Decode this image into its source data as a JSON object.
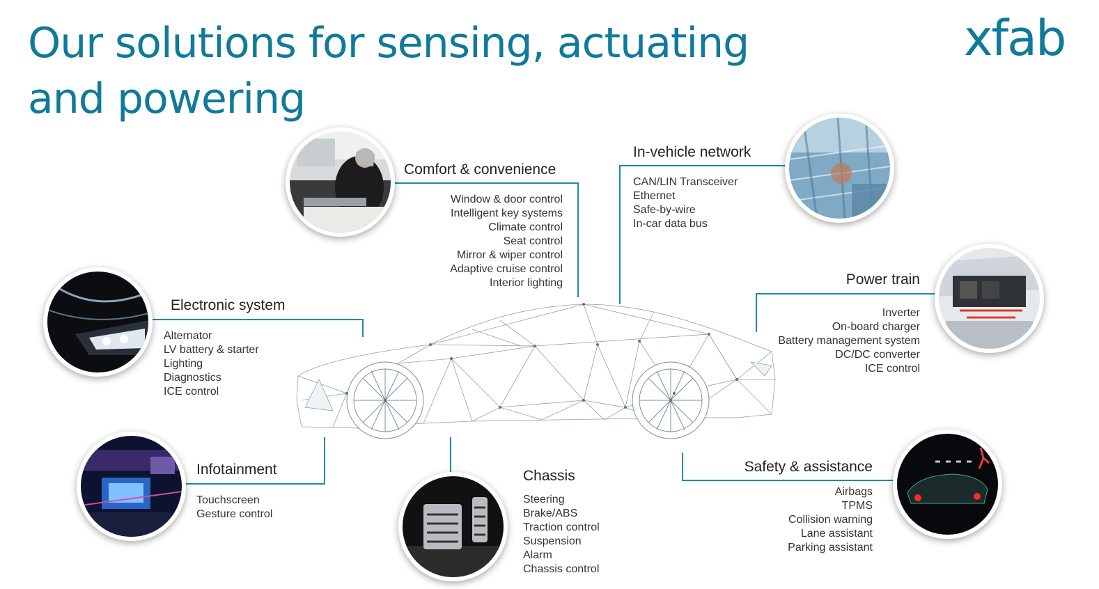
{
  "title": "Our solutions for sensing, actuating and powering",
  "logo": "xfab",
  "colors": {
    "accent": "#0f7a9a",
    "connector": "#1a8aab"
  },
  "segments": {
    "comfort": {
      "title": "Comfort & convenience",
      "items": [
        "Window & door control",
        "Intelligent key systems",
        "Climate control",
        "Seat control",
        "Mirror & wiper control",
        "Adaptive cruise control",
        "Interior lighting"
      ]
    },
    "network": {
      "title": "In-vehicle network",
      "items": [
        "CAN/LIN Transceiver",
        "Ethernet",
        "Safe-by-wire",
        "In-car data bus"
      ]
    },
    "electronic": {
      "title": "Electronic system",
      "items": [
        "Alternator",
        "LV battery & starter",
        "Lighting",
        "Diagnostics",
        "ICE control"
      ]
    },
    "powertrain": {
      "title": "Power train",
      "items": [
        "Inverter",
        "On-board charger",
        "Battery management system",
        "DC/DC converter",
        "ICE control"
      ]
    },
    "infotainment": {
      "title": "Infotainment",
      "items": [
        "Touchscreen",
        "Gesture control"
      ]
    },
    "chassis": {
      "title": "Chassis",
      "items": [
        "Steering",
        "Brake/ABS",
        "Traction control",
        "Suspension",
        "Alarm",
        "Chassis control"
      ]
    },
    "safety": {
      "title": "Safety & assistance",
      "items": [
        "Airbags",
        "TPMS",
        "Collision warning",
        "Lane assistant",
        "Parking assistant"
      ]
    }
  }
}
